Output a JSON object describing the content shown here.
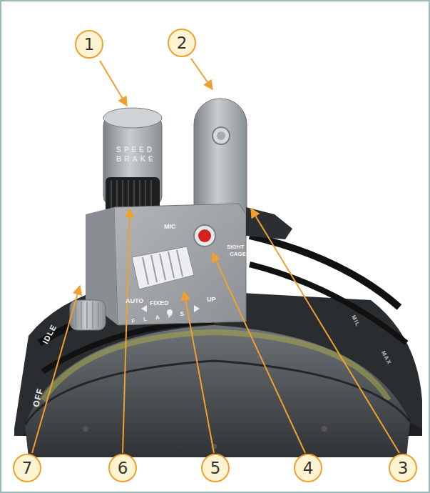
{
  "diagram": {
    "nodes": [
      {
        "text": [
          "1"
        ]
      },
      {
        "text": [
          "2"
        ]
      },
      {
        "text": [
          "7"
        ]
      },
      {
        "text": [
          "6"
        ]
      },
      {
        "text": [
          "5"
        ]
      },
      {
        "text": [
          "4"
        ]
      },
      {
        "text": [
          "3"
        ]
      }
    ],
    "labels": [
      "SPEED",
      "BRAKE",
      "MIC",
      "SIGHT",
      "CAGE",
      "AUTO",
      "FIXED",
      "UP",
      "FLAPS",
      "IDLE",
      "OFF",
      "MIL",
      "MAX"
    ]
  }
}
